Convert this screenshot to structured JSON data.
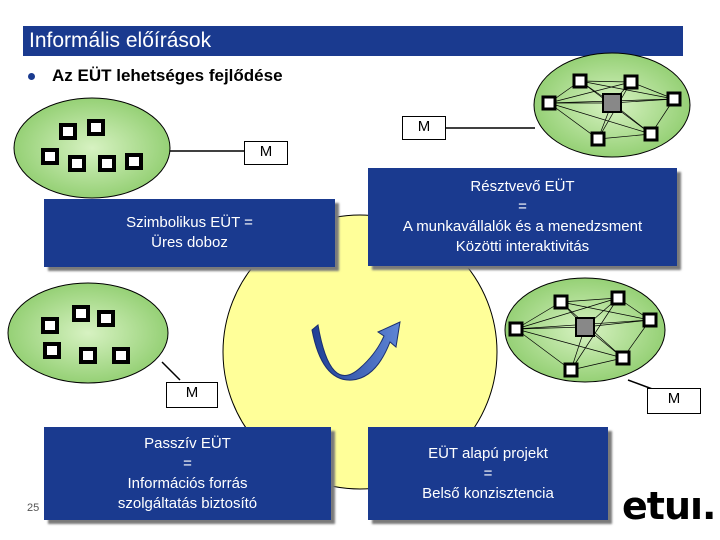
{
  "header": {
    "title": "Informális előírások"
  },
  "subtitle": "Az EÜT lehetséges fejlődése",
  "boxes": {
    "symbolic": [
      "Szimbolikus EÜT =",
      "Üres doboz"
    ],
    "participative": [
      "Résztvevő EÜT",
      "=",
      "A munkavállalók és a menedzsment",
      "Közötti interaktivitás"
    ],
    "passive": [
      "Passzív EÜT",
      "=",
      "Információs forrás",
      "szolgáltatás biztosító"
    ],
    "project": [
      "EÜT alapú projekt",
      "=",
      "Belső konzisztencia"
    ]
  },
  "m_labels": {
    "top_left": "M",
    "top_right": "M",
    "bottom_left": "M",
    "bottom_right": "M"
  },
  "page_number": "25",
  "logo_text": "etuı.",
  "colors": {
    "title_bar": "#1a3a8f",
    "box": "#1a3a8f",
    "ellipse": "#9bd47a",
    "circle": "#ffff99",
    "arrow": "#2a4fa8"
  }
}
